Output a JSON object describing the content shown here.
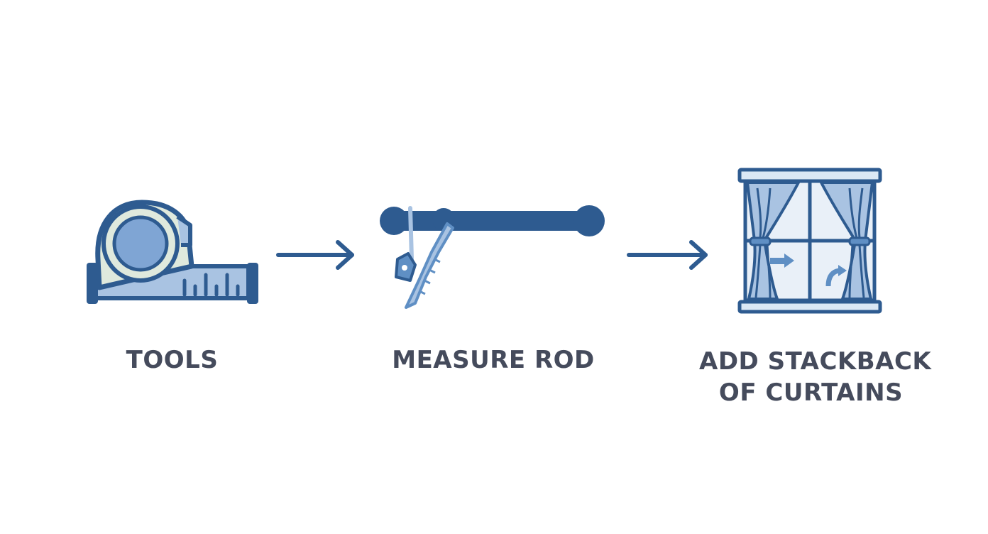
{
  "colors": {
    "primary": "#2e5b90",
    "mid": "#5f8fc4",
    "light": "#a9c3e2",
    "pale": "#dbe8f5",
    "tape_body": "#dfe9dd",
    "label_text": "#454b5c",
    "background": "#ffffff"
  },
  "steps": [
    {
      "icon": "tape-measure-icon",
      "label_lines": [
        "TOOLS"
      ]
    },
    {
      "icon": "curtain-rod-icon",
      "label_lines": [
        "MEASURE ROD"
      ]
    },
    {
      "icon": "curtained-window-icon",
      "label_lines": [
        "ADD STACKBACK",
        "OF CURTAINS"
      ]
    }
  ],
  "connectors": [
    {
      "icon": "right-arrow-icon"
    },
    {
      "icon": "right-arrow-icon"
    }
  ]
}
